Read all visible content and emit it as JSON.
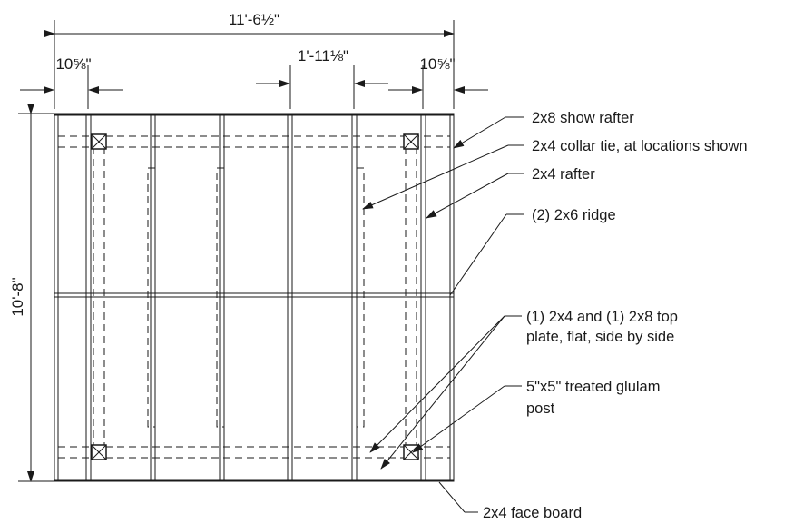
{
  "dimensions": {
    "overall_width": "11'-6½\"",
    "left_overhang": "10⅝\"",
    "rafter_spacing": "1'-11⅛\"",
    "right_overhang": "10⅝\"",
    "overall_depth": "10'-8\""
  },
  "callouts": {
    "show_rafter": "2x8 show rafter",
    "collar_tie": "2x4 collar tie, at locations shown",
    "rafter": "2x4 rafter",
    "ridge": "(2) 2x6 ridge",
    "top_plate_line1": "(1) 2x4 and (1) 2x8 top",
    "top_plate_line2": "plate, flat, side by side",
    "post_line1": "5\"x5\" treated glulam",
    "post_line2": "post",
    "face_board": "2x4 face board"
  }
}
